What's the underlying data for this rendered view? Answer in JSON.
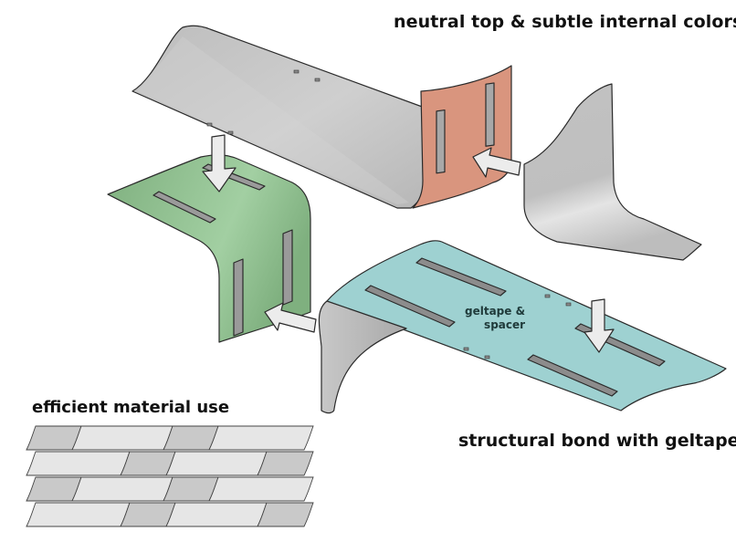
{
  "labels": {
    "neutral_top": "neutral top  & subtle internal colors",
    "structural_bond": "structural bond with geltape",
    "efficient_use": "efficient material use",
    "geltape_line1": "geltape &",
    "geltape_line2": "spacer"
  },
  "colors": {
    "neutral_panel": "#c4c4c4",
    "neutral_panel_light": "#dcdcdc",
    "salmon_panel": "#d99780",
    "green_panel": "#8fbf8f",
    "teal_panel": "#9fd2d2",
    "tape": "#8e8e8e",
    "arrow": "#e8e8e8",
    "tile_dark": "#c9c9c9",
    "tile_light": "#e6e6e6"
  },
  "parts": [
    {
      "name": "neutral-top-panel",
      "color": "neutral"
    },
    {
      "name": "salmon-side-panel",
      "color": "salmon"
    },
    {
      "name": "green-corner-panel",
      "color": "green"
    },
    {
      "name": "neutral-right-panel",
      "color": "neutral"
    },
    {
      "name": "teal-bottom-panel",
      "color": "teal"
    }
  ],
  "tiling": {
    "rows": 4,
    "pattern": [
      [
        "dark",
        "light",
        "dark",
        "light"
      ],
      [
        "light",
        "dark",
        "light",
        "dark"
      ],
      [
        "dark",
        "light",
        "dark",
        "light"
      ],
      [
        "light",
        "dark",
        "light",
        "dark"
      ]
    ]
  }
}
